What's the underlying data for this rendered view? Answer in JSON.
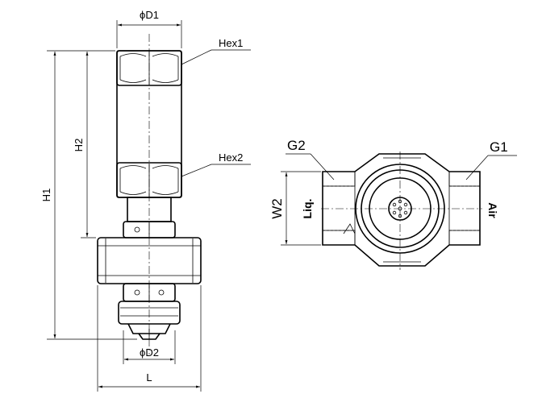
{
  "front_view": {
    "d1_label": "ϕD1",
    "hex1_label": "Hex1",
    "hex2_label": "Hex2",
    "h1_label": "H1",
    "h2_label": "H2",
    "d2_label": "ϕD2",
    "l_label": "L"
  },
  "side_view": {
    "g2_label": "G2",
    "g1_label": "G1",
    "w2_label": "W2",
    "liq_label": "Liq.",
    "air_label": "Air"
  }
}
